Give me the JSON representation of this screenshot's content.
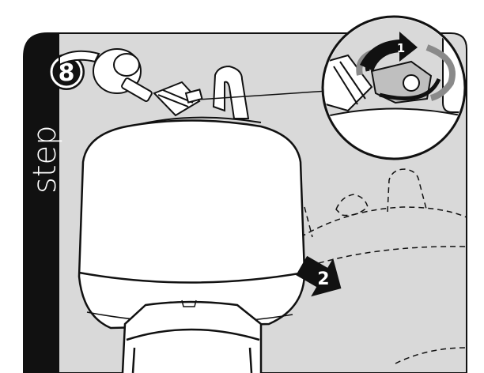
{
  "step": {
    "word": "step",
    "number": "8"
  },
  "callouts": {
    "action_1": "1",
    "action_2": "2"
  },
  "colors": {
    "panel": "#d9d9d9",
    "ink": "#111111",
    "tank": "#ffffff",
    "sidebar": "#111111"
  },
  "icons": {
    "step_badge": "circle-number-badge",
    "rotate_arrow": "curved-rotate-arrow-icon",
    "move_arrow": "straight-arrow-icon"
  }
}
